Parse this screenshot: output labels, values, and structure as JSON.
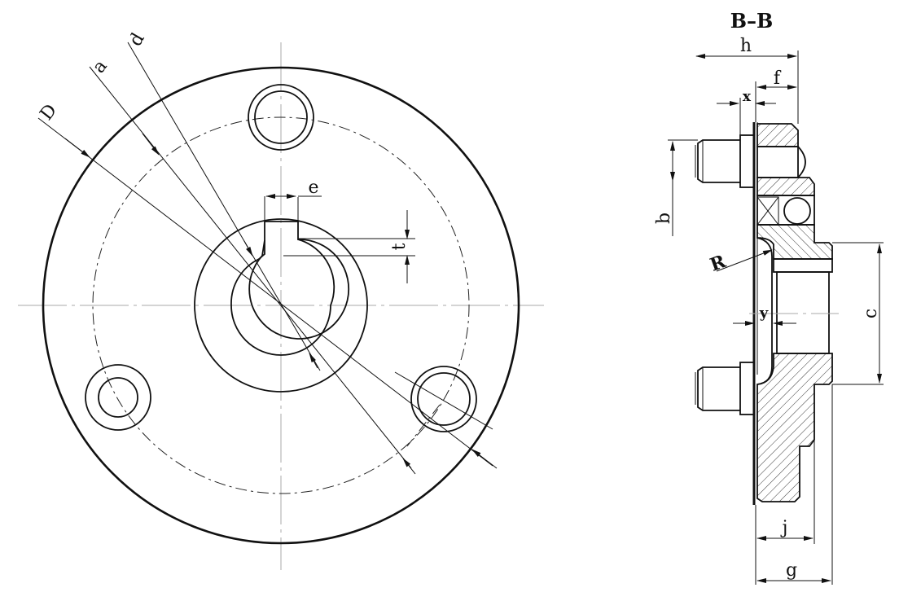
{
  "drawing": {
    "type": "mechanical engineering drawing",
    "front_view": {
      "description": "Flange with central keyed bore and three bolt holes on a pitch circle",
      "dimension_labels": {
        "D": "D",
        "a": "a",
        "d": "d",
        "e": "e",
        "t": "t"
      }
    },
    "section_view": {
      "title": "B–B",
      "dimension_labels": {
        "h": "h",
        "f": "f",
        "x": "x",
        "b": "b",
        "R": "R",
        "y": "y",
        "c": "c",
        "j": "j",
        "g": "g"
      }
    }
  },
  "colors": {
    "line": "#111111",
    "centerline": "#aaaaaa",
    "background": "#ffffff"
  }
}
